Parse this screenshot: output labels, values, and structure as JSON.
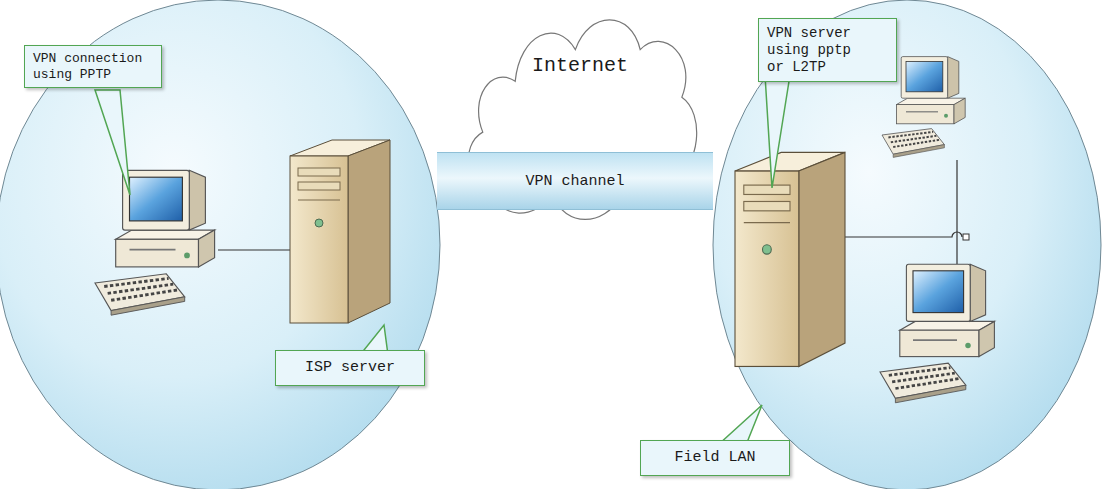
{
  "diagram": {
    "nodes": [
      {
        "text": [
          "VPN connection using PPTP"
        ]
      },
      {
        "text": [
          "VPN server using pptp or L2TP"
        ]
      },
      {
        "text": [
          "Internet"
        ]
      },
      {
        "text": [
          "VPN channel"
        ]
      },
      {
        "text": [
          "ISP server"
        ]
      },
      {
        "text": [
          "Field LAN"
        ]
      }
    ]
  }
}
